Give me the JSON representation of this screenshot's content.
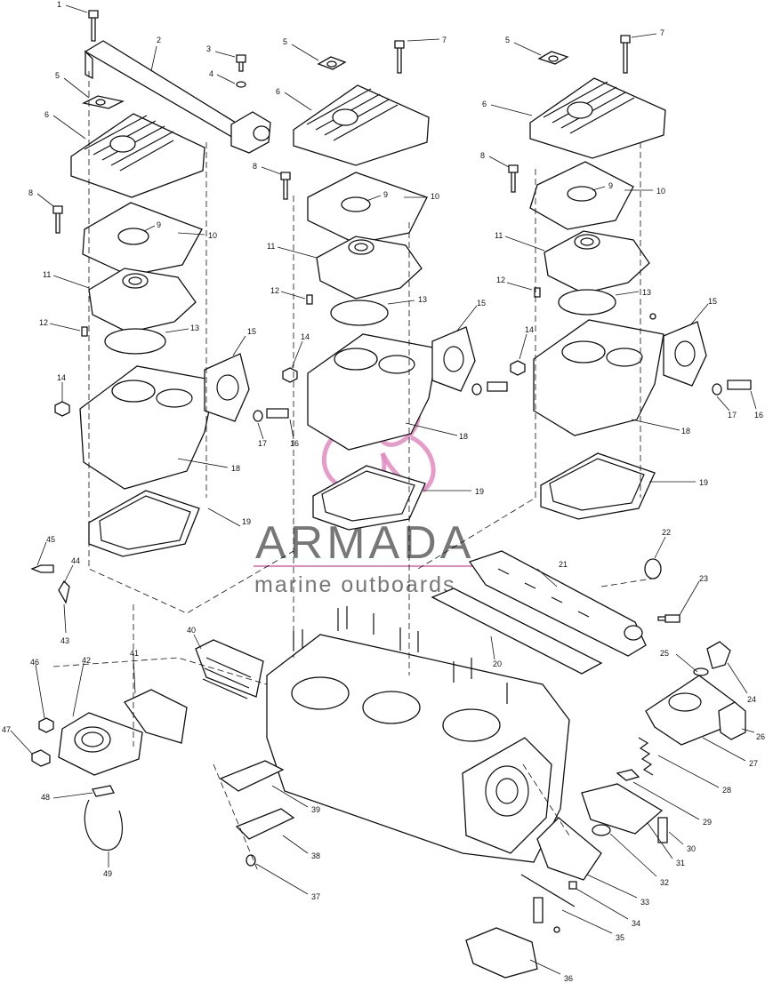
{
  "watermark": {
    "brand": "ARMADA",
    "tagline": "marine outboards",
    "pink": "#e28ac0",
    "gray": "#777777"
  },
  "callouts": [
    "1",
    "2",
    "3",
    "4",
    "5",
    "5",
    "5",
    "6",
    "6",
    "6",
    "7",
    "7",
    "8",
    "8",
    "8",
    "9",
    "9",
    "9",
    "10",
    "10",
    "10",
    "11",
    "11",
    "11",
    "12",
    "12",
    "12",
    "13",
    "13",
    "13",
    "14",
    "14",
    "14",
    "15",
    "15",
    "15",
    "16",
    "16",
    "17",
    "17",
    "18",
    "18",
    "18",
    "19",
    "19",
    "19",
    "20",
    "21",
    "22",
    "23",
    "24",
    "25",
    "26",
    "27",
    "28",
    "29",
    "30",
    "31",
    "32",
    "33",
    "34",
    "35",
    "36",
    "37",
    "38",
    "39",
    "40",
    "41",
    "42",
    "43",
    "44",
    "45",
    "46",
    "47",
    "48",
    "49"
  ]
}
